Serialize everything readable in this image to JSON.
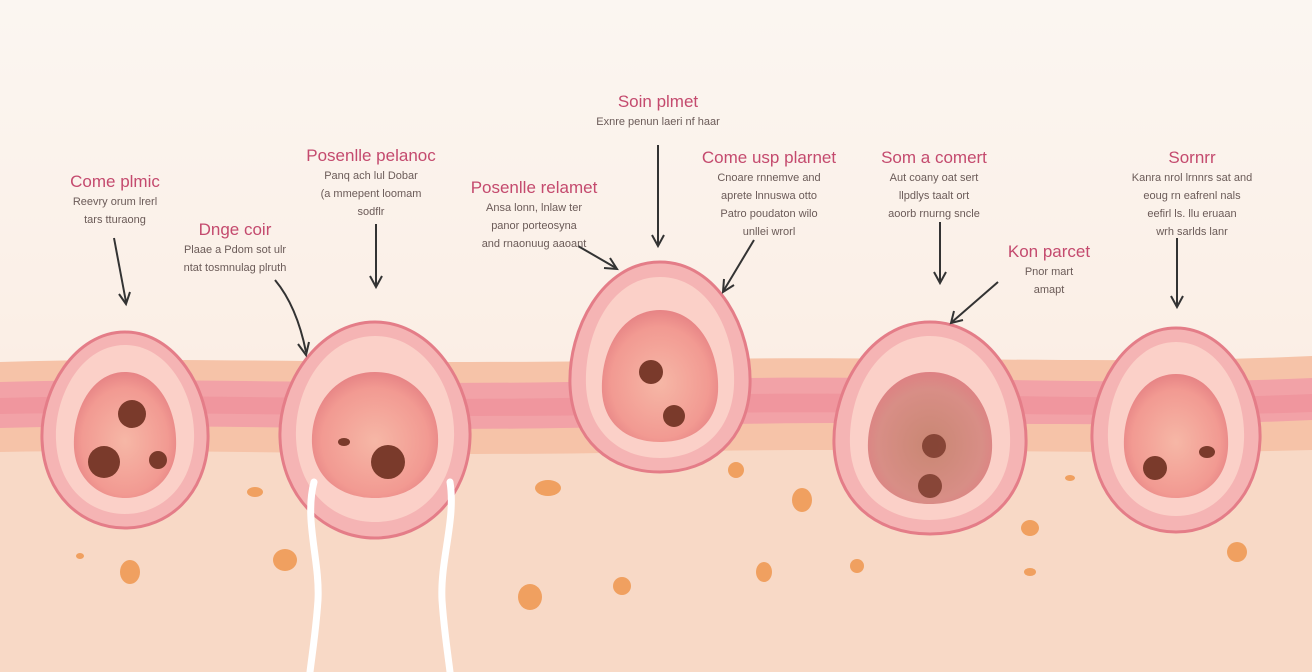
{
  "colors": {
    "title": "#c44a6e",
    "body_text": "#6b5b58",
    "tissue": "#f7d4c1",
    "skin_band": "#f3a9ad",
    "pore_rim": "#f5b4b4",
    "pore_cavity": "#f19c96",
    "spot": "#7a3a2b",
    "particle": "#f0a060",
    "arrow": "#333333"
  },
  "icons": [
    "arrow-down-icon",
    "pore-icon",
    "spot-icon",
    "particle-icon",
    "hair-strand-icon"
  ],
  "labels": [
    {
      "title": "Come plmic",
      "lines": [
        "Reevry orum lrerl",
        "tars tturaong"
      ]
    },
    {
      "title": "Dnge coir",
      "lines": [
        "Plaae a Pdom sot ulr",
        "ntat tosmnulag plruth"
      ]
    },
    {
      "title": "Posenlle pelanoc",
      "lines": [
        "Panq ach lul Dobar",
        "(a mmepent loomam",
        "sodflr"
      ]
    },
    {
      "title": "Posenlle relamet",
      "lines": [
        "Ansa lonn, lnlaw ter",
        "panor porteosyna",
        "and rnaonuug aaoant"
      ]
    },
    {
      "title": "Soin plmet",
      "lines": [
        "Exnre penun laeri nf haar"
      ]
    },
    {
      "title": "Come usp plarnet",
      "lines": [
        "Cnoare rnnemve and",
        "aprete lnnuswa otto",
        "Patro poudaton wilo",
        "unllei wrorl"
      ]
    },
    {
      "title": "Som a comert",
      "lines": [
        "Aut coany oat sert",
        "llpdlys taalt ort",
        "aoorb rnurng sncle"
      ]
    },
    {
      "title": "Kon parcet",
      "lines": [
        "Pnor mart",
        "amapt"
      ]
    },
    {
      "title": "Sornrr",
      "lines": [
        "Kanra nrol lrnnrs sat and",
        "eoug rn eafrenl nals",
        "eefirl ls. llu eruaan",
        "wrh sarlds lanr"
      ]
    }
  ]
}
